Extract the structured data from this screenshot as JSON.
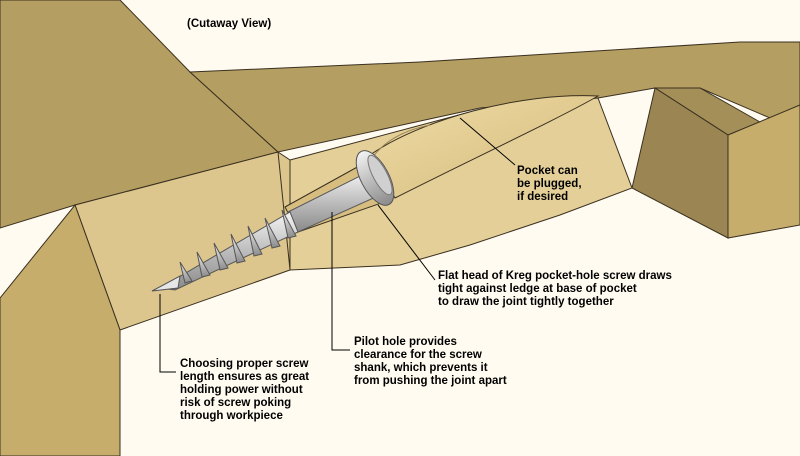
{
  "title": "(Cutaway View)",
  "callouts": {
    "pocket": [
      "Pocket can",
      "be plugged,",
      "if desired"
    ],
    "screw_head": [
      "Flat head of Kreg pocket-hole screw draws",
      "tight against ledge at base of pocket",
      "to draw the joint tightly together"
    ],
    "pilot_hole": [
      "Pilot hole provides",
      "clearance for the screw",
      "shank, which prevents it",
      "from pushing the joint apart"
    ],
    "screw_length": [
      "Choosing proper screw",
      "length ensures as great",
      "holding power without",
      "risk of screw poking",
      "through workpiece"
    ]
  },
  "colors": {
    "background": "#fffbf0",
    "wood_top": "#b59e61",
    "wood_face": "#e4cf98",
    "wood_end": "#c6ad6c",
    "wood_dark": "#9a8553",
    "outline": "#3a3020",
    "screw": "#c8c8c8"
  }
}
